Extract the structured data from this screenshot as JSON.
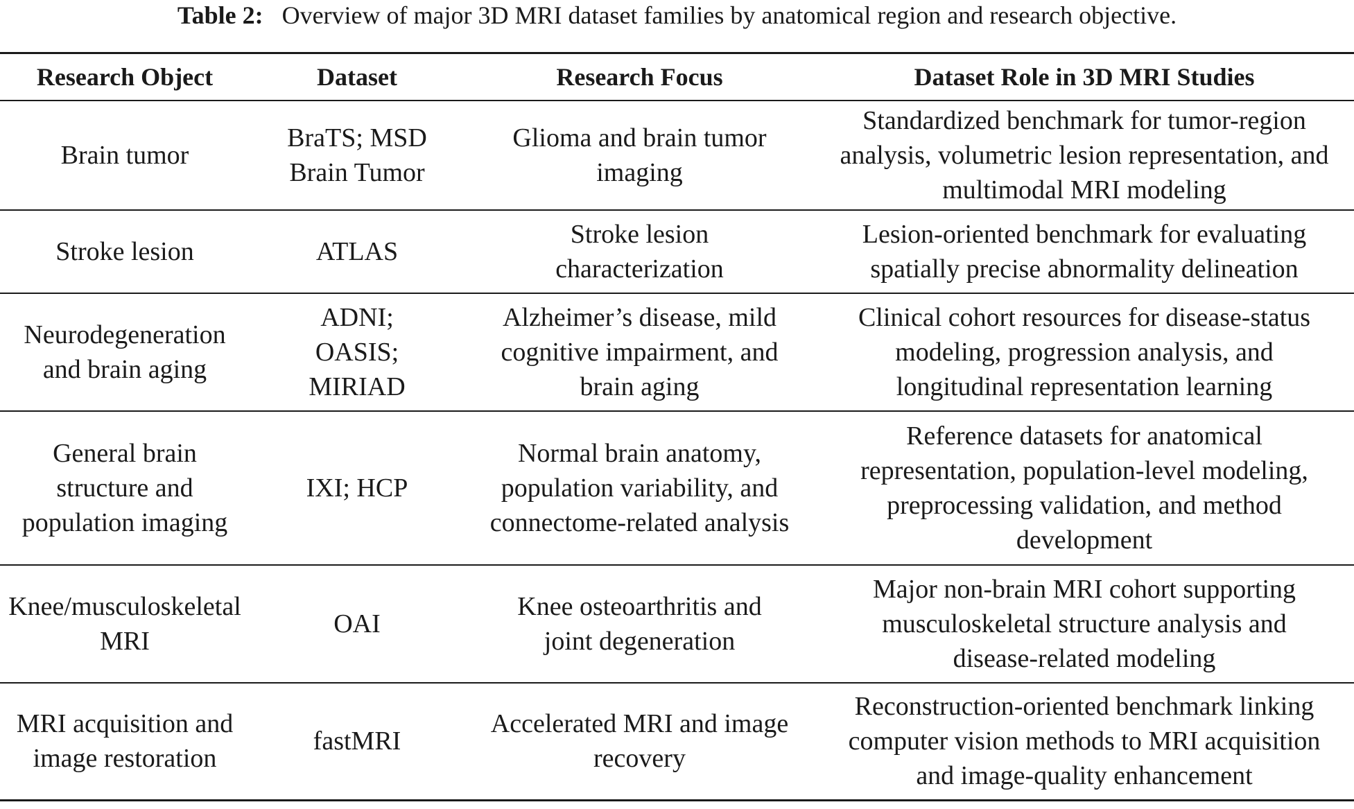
{
  "caption": {
    "label": "Table 2:",
    "text": "Overview of major 3D MRI dataset families by anatomical region and research objective."
  },
  "table": {
    "headers": [
      "Research Object",
      "Dataset",
      "Research Focus",
      "Dataset Role in 3D MRI Studies"
    ],
    "rows": [
      [
        [
          "Brain tumor"
        ],
        [
          "BraTS; MSD",
          "Brain Tumor"
        ],
        [
          "Glioma and brain tumor",
          "imaging"
        ],
        [
          "Standardized benchmark for tumor-region",
          "analysis, volumetric lesion representation, and",
          "multimodal MRI modeling"
        ]
      ],
      [
        [
          "Stroke lesion"
        ],
        [
          "ATLAS"
        ],
        [
          "Stroke lesion",
          "characterization"
        ],
        [
          "Lesion-oriented benchmark for evaluating",
          "spatially precise abnormality delineation"
        ]
      ],
      [
        [
          "Neurodegeneration",
          "and brain aging"
        ],
        [
          "ADNI;",
          "OASIS;",
          "MIRIAD"
        ],
        [
          "Alzheimer’s disease, mild",
          "cognitive impairment, and",
          "brain aging"
        ],
        [
          "Clinical cohort resources for disease-status",
          "modeling, progression analysis, and",
          "longitudinal representation learning"
        ]
      ],
      [
        [
          "General brain",
          "structure and",
          "population imaging"
        ],
        [
          "IXI; HCP"
        ],
        [
          "Normal brain anatomy,",
          "population variability, and",
          "connectome-related analysis"
        ],
        [
          "Reference datasets for anatomical",
          "representation, population-level modeling,",
          "preprocessing validation, and method",
          "development"
        ]
      ],
      [
        [
          "Knee/musculoskeletal",
          "MRI"
        ],
        [
          "OAI"
        ],
        [
          "Knee osteoarthritis and",
          "joint degeneration"
        ],
        [
          "Major non-brain MRI cohort supporting",
          "musculoskeletal structure analysis and",
          "disease-related modeling"
        ]
      ],
      [
        [
          "MRI acquisition and",
          "image restoration"
        ],
        [
          "fastMRI"
        ],
        [
          "Accelerated MRI and image",
          "recovery"
        ],
        [
          "Reconstruction-oriented benchmark linking",
          "computer vision methods to MRI acquisition",
          "and image-quality enhancement"
        ]
      ]
    ]
  }
}
